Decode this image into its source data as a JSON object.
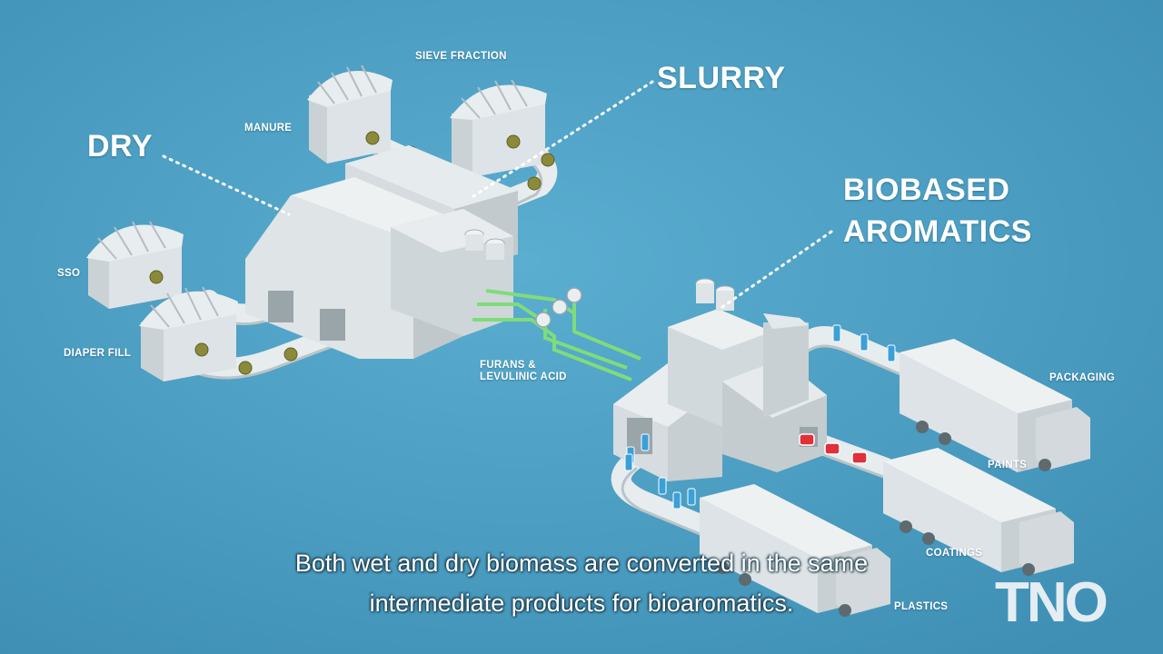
{
  "labels": {
    "dry": "DRY",
    "slurry": "SLURRY",
    "biobased_line1": "BIOBASED",
    "biobased_line2": "AROMATICS",
    "sieve_fraction": "SIEVE FRACTION",
    "manure": "MANURE",
    "sso": "SSO",
    "diaper_fill": "DIAPER FILL",
    "furans_line1": "FURANS &",
    "furans_line2": "LEVULINIC ACID",
    "packaging": "PACKAGING",
    "paints": "PAINTS",
    "coatings": "COATINGS",
    "plastics": "PLASTICS"
  },
  "subtitle": {
    "line1": "Both wet and dry biomass are converted in the same",
    "line2": "intermediate products for bioaromatics."
  },
  "logo": "TNO",
  "colors": {
    "background": "#4a9cc1",
    "building": "#d7dde0",
    "pipe": "#7fdc7a",
    "biomass": "#8a8a3a",
    "paint_can": "#e0303a",
    "bottle": "#3aa0d8"
  }
}
